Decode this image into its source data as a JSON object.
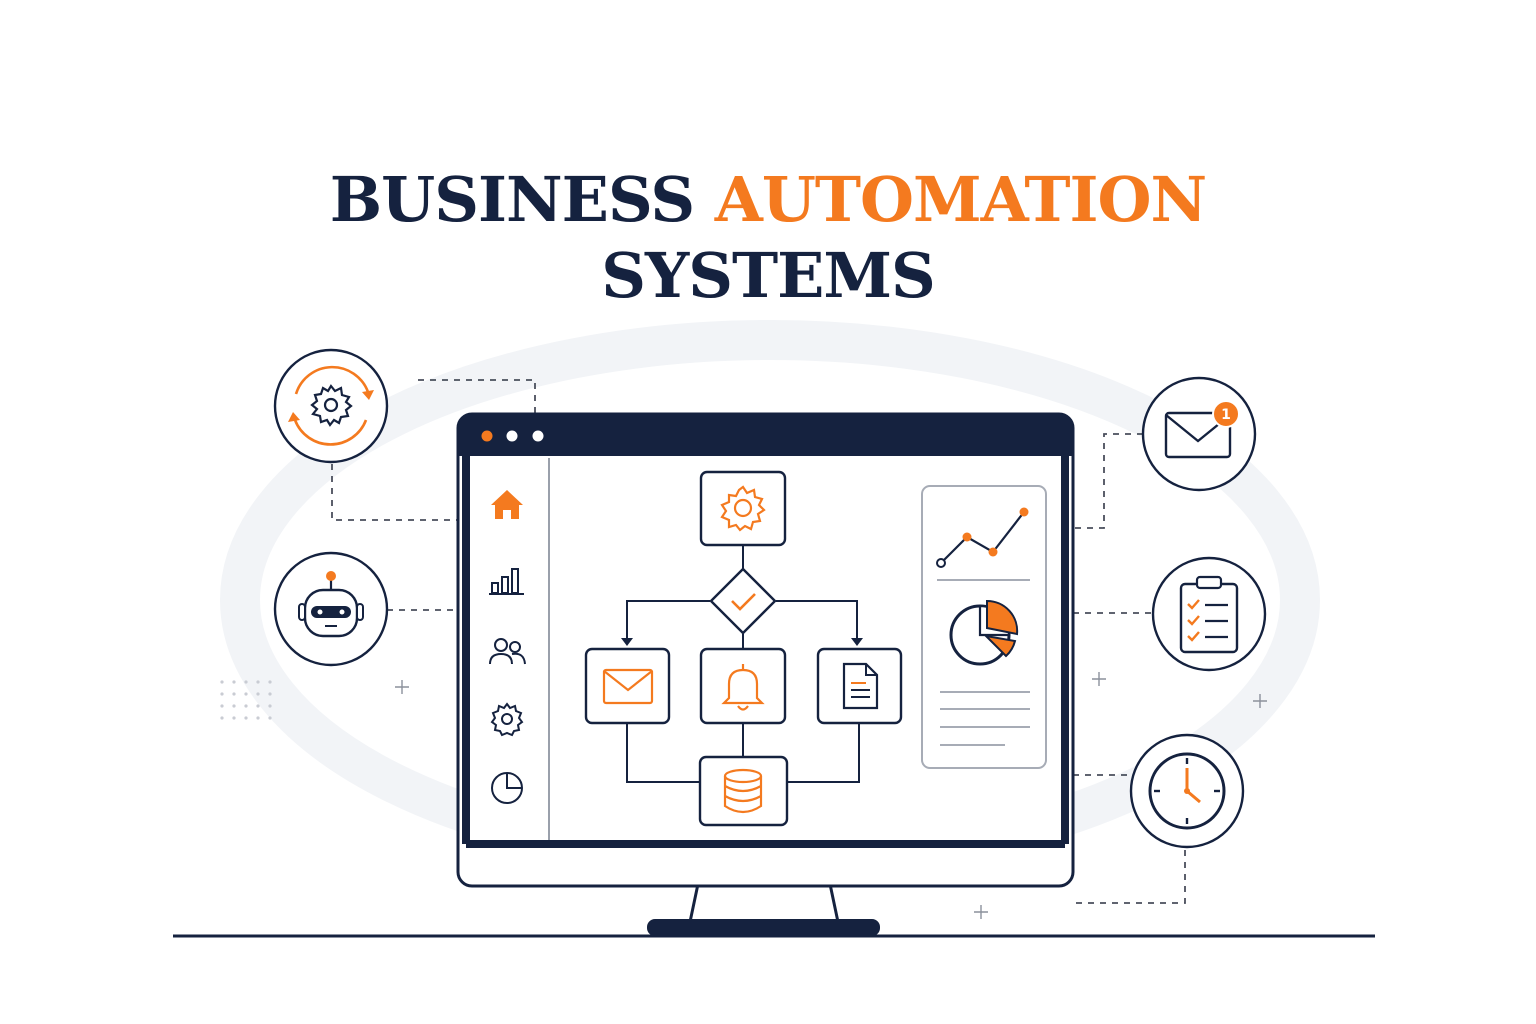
{
  "title": {
    "line1_dark": "BUSINESS",
    "line1_accent": "AUTOMATION",
    "line2": "SYSTEMS"
  },
  "colors": {
    "navy": "#15223f",
    "orange": "#f47a1f",
    "background": "#ffffff"
  },
  "left_icons": [
    "gear-cycle-icon",
    "robot-icon"
  ],
  "right_icons": [
    "email-notification-icon",
    "checklist-icon",
    "clock-icon"
  ],
  "email_badge_count": "1",
  "sidebar_icons": [
    "home-icon",
    "bar-chart-icon",
    "users-icon",
    "settings-icon",
    "pie-chart-icon"
  ],
  "workflow": {
    "nodes": [
      "gear-icon",
      "decision-check-icon",
      "mail-icon",
      "bell-icon",
      "document-icon",
      "database-icon"
    ]
  },
  "dashboard_panel": [
    "line-chart-icon",
    "pie-chart-icon",
    "text-lines"
  ]
}
